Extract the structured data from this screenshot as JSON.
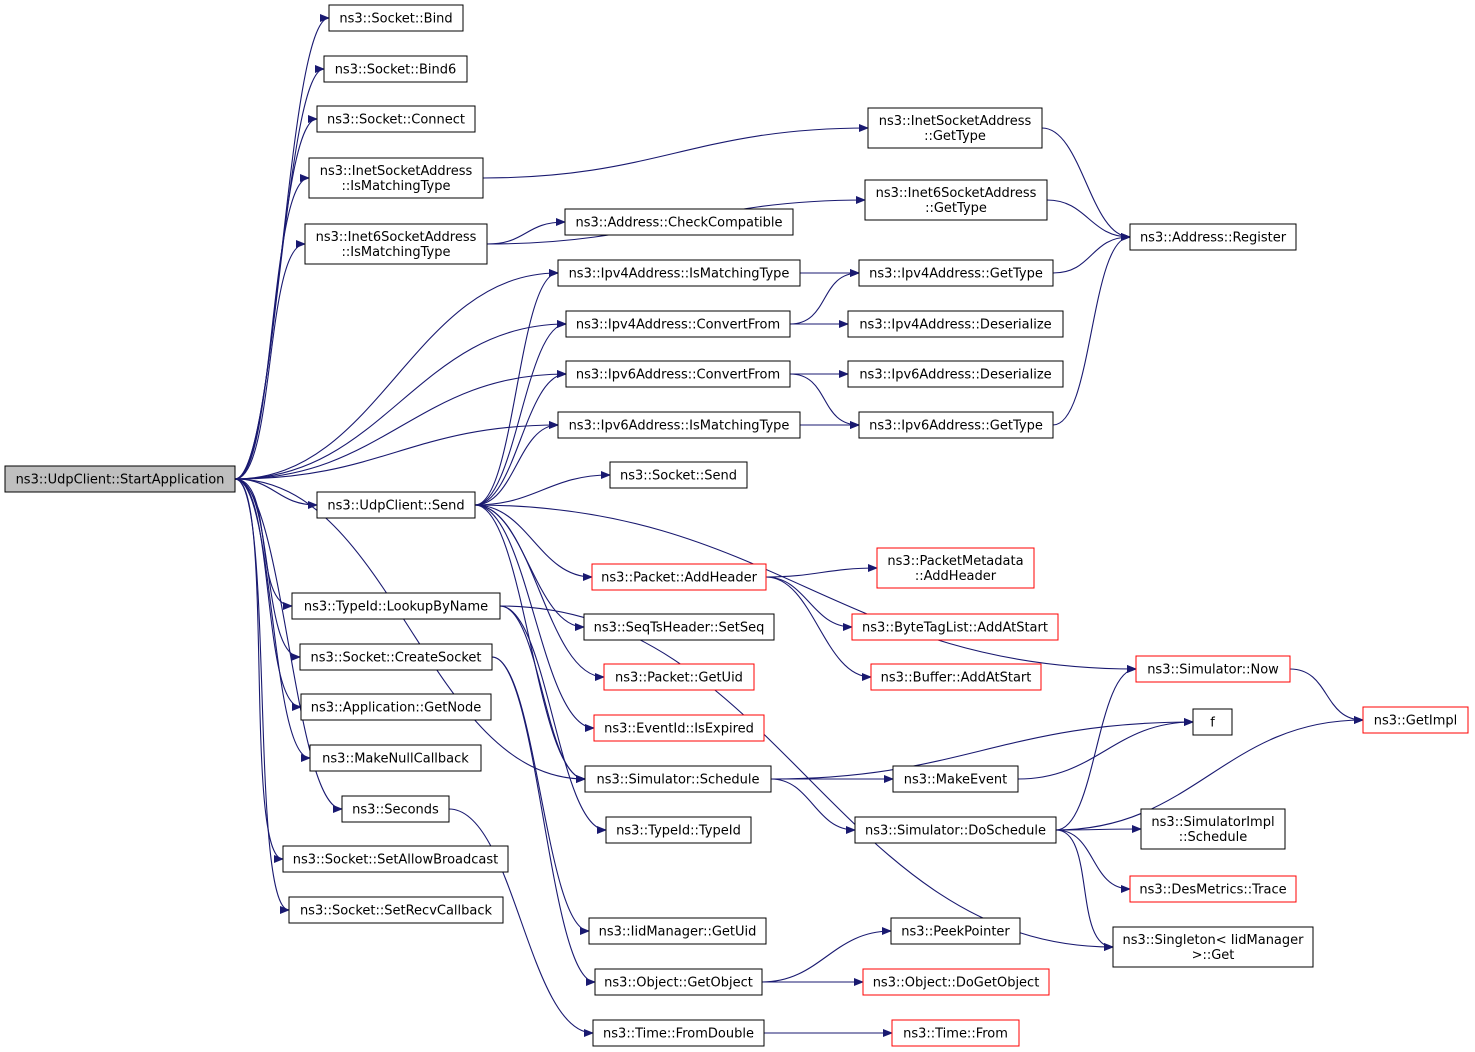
{
  "nodes": {
    "start_app": {
      "lines": [
        "ns3::UdpClient::StartApplication"
      ],
      "style": "root"
    },
    "bind": {
      "lines": [
        "ns3::Socket::Bind"
      ],
      "style": "normal"
    },
    "bind6": {
      "lines": [
        "ns3::Socket::Bind6"
      ],
      "style": "normal"
    },
    "connect": {
      "lines": [
        "ns3::Socket::Connect"
      ],
      "style": "normal"
    },
    "inet_match": {
      "lines": [
        "ns3::InetSocketAddress",
        "::IsMatchingType"
      ],
      "style": "normal"
    },
    "inet6_match": {
      "lines": [
        "ns3::Inet6SocketAddress",
        "::IsMatchingType"
      ],
      "style": "normal"
    },
    "inet_gettype": {
      "lines": [
        "ns3::InetSocketAddress",
        "::GetType"
      ],
      "style": "normal"
    },
    "inet6_gettype": {
      "lines": [
        "ns3::Inet6SocketAddress",
        "::GetType"
      ],
      "style": "normal"
    },
    "addr_check": {
      "lines": [
        "ns3::Address::CheckCompatible"
      ],
      "style": "normal"
    },
    "addr_register": {
      "lines": [
        "ns3::Address::Register"
      ],
      "style": "normal"
    },
    "ipv4_match": {
      "lines": [
        "ns3::Ipv4Address::IsMatchingType"
      ],
      "style": "normal"
    },
    "ipv4_gettype": {
      "lines": [
        "ns3::Ipv4Address::GetType"
      ],
      "style": "normal"
    },
    "ipv4_convert": {
      "lines": [
        "ns3::Ipv4Address::ConvertFrom"
      ],
      "style": "normal"
    },
    "ipv4_deser": {
      "lines": [
        "ns3::Ipv4Address::Deserialize"
      ],
      "style": "normal"
    },
    "ipv6_convert": {
      "lines": [
        "ns3::Ipv6Address::ConvertFrom"
      ],
      "style": "normal"
    },
    "ipv6_deser": {
      "lines": [
        "ns3::Ipv6Address::Deserialize"
      ],
      "style": "normal"
    },
    "ipv6_match": {
      "lines": [
        "ns3::Ipv6Address::IsMatchingType"
      ],
      "style": "normal"
    },
    "ipv6_gettype": {
      "lines": [
        "ns3::Ipv6Address::GetType"
      ],
      "style": "normal"
    },
    "socket_send": {
      "lines": [
        "ns3::Socket::Send"
      ],
      "style": "normal"
    },
    "udp_send": {
      "lines": [
        "ns3::UdpClient::Send"
      ],
      "style": "normal"
    },
    "pkt_addheader": {
      "lines": [
        "ns3::Packet::AddHeader"
      ],
      "style": "red"
    },
    "pm_addheader": {
      "lines": [
        "ns3::PacketMetadata",
        "::AddHeader"
      ],
      "style": "red"
    },
    "btl_addatstart": {
      "lines": [
        "ns3::ByteTagList::AddAtStart"
      ],
      "style": "red"
    },
    "buf_addatstart": {
      "lines": [
        "ns3::Buffer::AddAtStart"
      ],
      "style": "red"
    },
    "seqts_setseq": {
      "lines": [
        "ns3::SeqTsHeader::SetSeq"
      ],
      "style": "normal"
    },
    "pkt_getuid": {
      "lines": [
        "ns3::Packet::GetUid"
      ],
      "style": "red"
    },
    "evt_isexpired": {
      "lines": [
        "ns3::EventId::IsExpired"
      ],
      "style": "red"
    },
    "sim_now": {
      "lines": [
        "ns3::Simulator::Now"
      ],
      "style": "red"
    },
    "getimpl": {
      "lines": [
        "ns3::GetImpl"
      ],
      "style": "red"
    },
    "f": {
      "lines": [
        "f"
      ],
      "style": "normal"
    },
    "typeid_lookup": {
      "lines": [
        "ns3::TypeId::LookupByName"
      ],
      "style": "normal"
    },
    "socket_create": {
      "lines": [
        "ns3::Socket::CreateSocket"
      ],
      "style": "normal"
    },
    "app_getnode": {
      "lines": [
        "ns3::Application::GetNode"
      ],
      "style": "normal"
    },
    "nullcallback": {
      "lines": [
        "ns3::MakeNullCallback"
      ],
      "style": "normal"
    },
    "seconds": {
      "lines": [
        "ns3::Seconds"
      ],
      "style": "normal"
    },
    "setallowbc": {
      "lines": [
        "ns3::Socket::SetAllowBroadcast"
      ],
      "style": "normal"
    },
    "setrecvcb": {
      "lines": [
        "ns3::Socket::SetRecvCallback"
      ],
      "style": "normal"
    },
    "sim_schedule": {
      "lines": [
        "ns3::Simulator::Schedule"
      ],
      "style": "normal"
    },
    "makeevent": {
      "lines": [
        "ns3::MakeEvent"
      ],
      "style": "normal"
    },
    "sim_doschedule": {
      "lines": [
        "ns3::Simulator::DoSchedule"
      ],
      "style": "normal"
    },
    "simimpl_schedule": {
      "lines": [
        "ns3::SimulatorImpl",
        "::Schedule"
      ],
      "style": "normal"
    },
    "desmetrics_trace": {
      "lines": [
        "ns3::DesMetrics::Trace"
      ],
      "style": "red"
    },
    "singleton_get": {
      "lines": [
        "ns3::Singleton< IidManager",
        ">::Get"
      ],
      "style": "normal"
    },
    "typeid_typeid": {
      "lines": [
        "ns3::TypeId::TypeId"
      ],
      "style": "normal"
    },
    "iid_getuid": {
      "lines": [
        "ns3::IidManager::GetUid"
      ],
      "style": "normal"
    },
    "obj_getobject": {
      "lines": [
        "ns3::Object::GetObject"
      ],
      "style": "normal"
    },
    "peekpointer": {
      "lines": [
        "ns3::PeekPointer"
      ],
      "style": "normal"
    },
    "obj_dogetobject": {
      "lines": [
        "ns3::Object::DoGetObject"
      ],
      "style": "red"
    },
    "time_fromdouble": {
      "lines": [
        "ns3::Time::FromDouble"
      ],
      "style": "normal"
    },
    "time_from": {
      "lines": [
        "ns3::Time::From"
      ],
      "style": "red"
    }
  },
  "edges": [
    [
      "start_app",
      "bind"
    ],
    [
      "start_app",
      "bind6"
    ],
    [
      "start_app",
      "connect"
    ],
    [
      "start_app",
      "inet_match"
    ],
    [
      "start_app",
      "inet6_match"
    ],
    [
      "start_app",
      "ipv4_match"
    ],
    [
      "start_app",
      "ipv4_convert"
    ],
    [
      "start_app",
      "ipv6_convert"
    ],
    [
      "start_app",
      "ipv6_match"
    ],
    [
      "start_app",
      "udp_send"
    ],
    [
      "start_app",
      "typeid_lookup"
    ],
    [
      "start_app",
      "socket_create"
    ],
    [
      "start_app",
      "app_getnode"
    ],
    [
      "start_app",
      "nullcallback"
    ],
    [
      "start_app",
      "seconds"
    ],
    [
      "start_app",
      "setallowbc"
    ],
    [
      "start_app",
      "setrecvcb"
    ],
    [
      "start_app",
      "sim_schedule"
    ],
    [
      "inet_match",
      "inet_gettype"
    ],
    [
      "inet6_match",
      "inet6_gettype"
    ],
    [
      "inet6_match",
      "addr_check"
    ],
    [
      "inet_gettype",
      "addr_register"
    ],
    [
      "inet6_gettype",
      "addr_register"
    ],
    [
      "ipv4_match",
      "ipv4_gettype"
    ],
    [
      "ipv4_gettype",
      "addr_register"
    ],
    [
      "ipv4_convert",
      "ipv4_deser"
    ],
    [
      "ipv4_convert",
      "ipv4_gettype"
    ],
    [
      "ipv6_convert",
      "ipv6_deser"
    ],
    [
      "ipv6_convert",
      "ipv6_gettype"
    ],
    [
      "ipv6_match",
      "ipv6_gettype"
    ],
    [
      "ipv6_gettype",
      "addr_register"
    ],
    [
      "udp_send",
      "ipv4_match"
    ],
    [
      "udp_send",
      "ipv4_convert"
    ],
    [
      "udp_send",
      "ipv6_convert"
    ],
    [
      "udp_send",
      "ipv6_match"
    ],
    [
      "udp_send",
      "socket_send"
    ],
    [
      "udp_send",
      "sim_now"
    ],
    [
      "udp_send",
      "pkt_addheader"
    ],
    [
      "udp_send",
      "seqts_setseq"
    ],
    [
      "udp_send",
      "pkt_getuid"
    ],
    [
      "udp_send",
      "evt_isexpired"
    ],
    [
      "udp_send",
      "sim_schedule"
    ],
    [
      "pkt_addheader",
      "pm_addheader"
    ],
    [
      "pkt_addheader",
      "btl_addatstart"
    ],
    [
      "pkt_addheader",
      "buf_addatstart"
    ],
    [
      "sim_now",
      "getimpl"
    ],
    [
      "typeid_lookup",
      "sim_schedule"
    ],
    [
      "typeid_lookup",
      "typeid_typeid"
    ],
    [
      "typeid_lookup",
      "singleton_get"
    ],
    [
      "socket_create",
      "iid_getuid"
    ],
    [
      "socket_create",
      "obj_getobject"
    ],
    [
      "seconds",
      "time_fromdouble"
    ],
    [
      "sim_schedule",
      "f"
    ],
    [
      "sim_schedule",
      "makeevent"
    ],
    [
      "sim_schedule",
      "sim_doschedule"
    ],
    [
      "makeevent",
      "f"
    ],
    [
      "sim_doschedule",
      "sim_now"
    ],
    [
      "sim_doschedule",
      "getimpl"
    ],
    [
      "sim_doschedule",
      "simimpl_schedule"
    ],
    [
      "sim_doschedule",
      "desmetrics_trace"
    ],
    [
      "sim_doschedule",
      "singleton_get"
    ],
    [
      "obj_getobject",
      "peekpointer"
    ],
    [
      "obj_getobject",
      "obj_dogetobject"
    ],
    [
      "time_fromdouble",
      "time_from"
    ]
  ],
  "colors": {
    "edge": "#191970",
    "border_normal": "#000000",
    "border_red": "#ff0000",
    "root_fill": "#bfbfbf",
    "node_fill": "#ffffff"
  }
}
